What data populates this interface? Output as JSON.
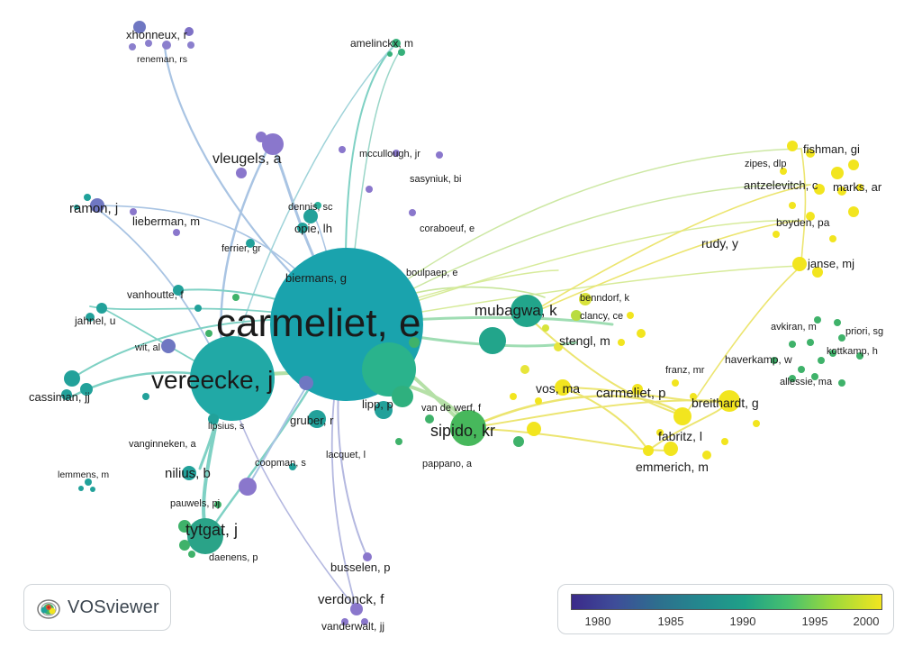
{
  "labels": {
    "xhonneux": "xhonneux, r",
    "reneman": "reneman, rs",
    "amelinckx": "amelinckx, m",
    "vleugels": "vleugels, a",
    "mccullough": "mccullough, jr",
    "sasyniuk": "sasyniuk, bi",
    "dennis": "dennis, sc",
    "opie": "opie, lh",
    "coraboeuf": "coraboeuf, e",
    "ramon": "ramon, j",
    "lieberman": "lieberman, m",
    "ferrier": "ferrier, gr",
    "biermans": "biermans, g",
    "boulpaep": "boulpaep, e",
    "vanhoutte": "vanhoutte, f",
    "jahnel": "jahnel, u",
    "carmeliet_e": "carmeliet, e",
    "mubagwa": "mubagwa, k",
    "wit": "wit, al",
    "vereecke": "vereecke, j",
    "cassiman": "cassiman, jj",
    "lipsius": "lipsius, s",
    "gruber": "gruber, r",
    "lipp": "lipp, p",
    "vanderwerf": "van de werf, f",
    "sipido": "sipido, kr",
    "vanginneken": "vanginneken, a",
    "coopman": "coopman, s",
    "lacquet": "lacquet, l",
    "pappano": "pappano, a",
    "lemmens": "lemmens, m",
    "nilius": "nilius, b",
    "pauwels": "pauwels, pj",
    "tytgat": "tytgat, j",
    "daenens": "daenens, p",
    "busselen": "busselen, p",
    "verdonck": "verdonck, f",
    "vanderwalt": "vanderwalt, jj",
    "fishman": "fishman, gi",
    "zipes": "zipes, dlp",
    "antzelevitch": "antzelevitch, c",
    "marks": "marks, ar",
    "boyden": "boyden, pa",
    "rudy": "rudy, y",
    "janse": "janse, mj",
    "benndorf": "benndorf, k",
    "clancy": "clancy, ce",
    "stengl": "stengl, m",
    "avkiran": "avkiran, m",
    "priori": "priori, sg",
    "kottkamp": "kottkamp, h",
    "haverkamp": "haverkamp, w",
    "franz": "franz, mr",
    "allessie": "allessie, ma",
    "vos": "vos, ma",
    "carmeliet_p": "carmeliet, p",
    "breithardt": "breithardt, g",
    "fabritz": "fabritz, l",
    "emmerich": "emmerich, m"
  },
  "logo": {
    "icon": "vosviewer-logo-icon",
    "text": "VOSviewer"
  },
  "scale": {
    "ticks": [
      "1980",
      "1985",
      "1990",
      "1995",
      "2000"
    ],
    "colors": {
      "1980": "#3b2a8a",
      "1990": "#23898e",
      "1995": "#47c16e",
      "2000": "#f2e51f"
    }
  },
  "colors": {
    "purple": "#7e71c6",
    "teal": "#1fa195",
    "green": "#3fb26a",
    "lime": "#a8d84a",
    "yellow": "#f2e51f",
    "edge_blue": "#a9c4e3",
    "edge_teal": "#7fd1c4",
    "edge_yellow": "#ece570"
  }
}
